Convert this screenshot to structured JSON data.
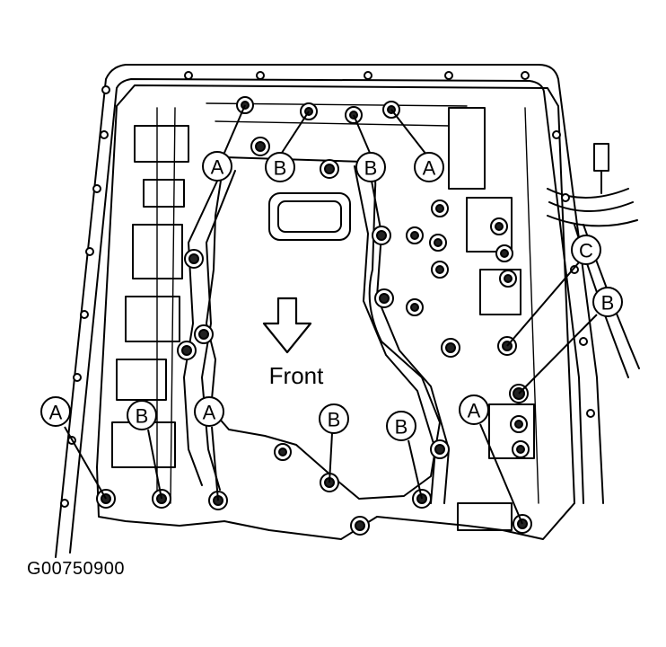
{
  "figure_id": "G00750900",
  "direction_label": "Front",
  "callouts": [
    {
      "id": "a-top-left",
      "letter": "A"
    },
    {
      "id": "b-top-left",
      "letter": "B"
    },
    {
      "id": "b-top-right",
      "letter": "B"
    },
    {
      "id": "a-top-right",
      "letter": "A"
    },
    {
      "id": "c-right",
      "letter": "C"
    },
    {
      "id": "b-right",
      "letter": "B"
    },
    {
      "id": "a-bottom-left",
      "letter": "A"
    },
    {
      "id": "b-bottom-left",
      "letter": "B"
    },
    {
      "id": "a-bottom-mid-left",
      "letter": "A"
    },
    {
      "id": "b-bottom-center",
      "letter": "B"
    },
    {
      "id": "b-bottom-mid-right",
      "letter": "B"
    },
    {
      "id": "a-bottom-right",
      "letter": "A"
    }
  ],
  "colors": {
    "line": "#000000",
    "background": "#ffffff"
  }
}
